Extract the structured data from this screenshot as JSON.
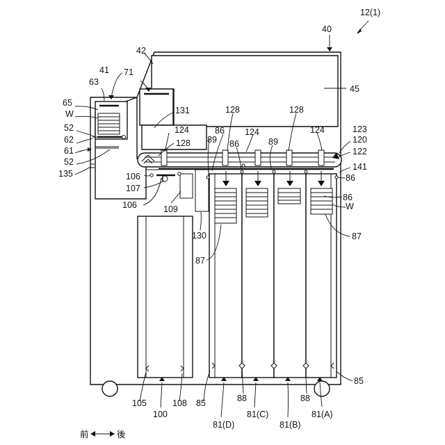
{
  "figure": {
    "title": "12(1)",
    "direction_front": "前",
    "direction_back": "後"
  },
  "labels": {
    "l40": "40",
    "l42": "42",
    "l41": "41",
    "l71": "71",
    "l63": "63",
    "l45": "45",
    "l65": "65",
    "lW1": "W",
    "l52a": "52",
    "l62": "62",
    "l61": "61",
    "l52b": "52",
    "l135": "135",
    "l131": "131",
    "l128a": "128",
    "l128b": "128",
    "l124a": "124",
    "l128c": "128",
    "l86a": "86",
    "l124b": "124",
    "l124c": "124",
    "l123": "123",
    "l89a": "89",
    "l86b": "86",
    "l89b": "89",
    "l120": "120",
    "l122": "122",
    "l141": "141",
    "l106a": "106",
    "l107": "107",
    "l106b": "106",
    "l109": "109",
    "l86c": "86",
    "l86d": "86",
    "lW2": "W",
    "l130": "130",
    "l87a": "87",
    "l87b": "87",
    "l85a": "85",
    "l105": "105",
    "l108": "108",
    "l85b": "85",
    "l88a": "88",
    "l88b": "88",
    "l100": "100",
    "l81D": "81(D)",
    "l81C": "81(C)",
    "l81B": "81(B)",
    "l81A": "81(A)"
  }
}
